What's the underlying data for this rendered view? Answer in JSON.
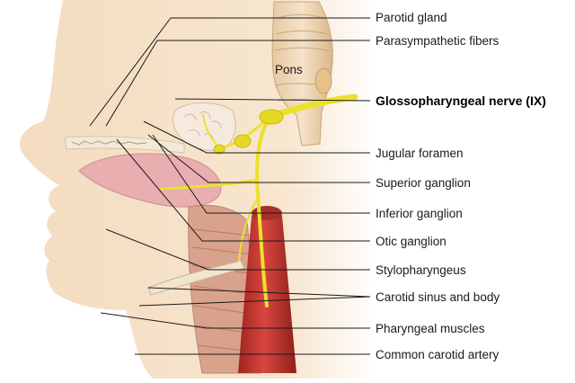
{
  "diagram": {
    "inner_labels": {
      "pons": "Pons"
    },
    "labels": [
      {
        "id": "parotid-gland",
        "text": "Parotid gland",
        "bold": false
      },
      {
        "id": "parasympathetic-fibers",
        "text": "Parasympathetic fibers",
        "bold": false
      },
      {
        "id": "glossopharyngeal-nerve",
        "text": "Glossopharyngeal nerve (IX)",
        "bold": true
      },
      {
        "id": "jugular-foramen",
        "text": "Jugular foramen",
        "bold": false
      },
      {
        "id": "superior-ganglion",
        "text": "Superior ganglion",
        "bold": false
      },
      {
        "id": "inferior-ganglion",
        "text": "Inferior ganglion",
        "bold": false
      },
      {
        "id": "otic-ganglion",
        "text": "Otic ganglion",
        "bold": false
      },
      {
        "id": "stylopharyngeus",
        "text": "Stylopharyngeus",
        "bold": false
      },
      {
        "id": "carotid-sinus-and-body",
        "text": "Carotid sinus and body",
        "bold": false
      },
      {
        "id": "pharyngeal-muscles",
        "text": "Pharyngeal muscles",
        "bold": false
      },
      {
        "id": "common-carotid-artery",
        "text": "Common carotid artery",
        "bold": false
      }
    ],
    "colors": {
      "skin": "#f6e2c4",
      "nerve": "#f0e030",
      "artery": "#c8302c",
      "brainstem": "#ecd3b0",
      "muscle": "#d9a58f",
      "tongue": "#eab0b0"
    }
  }
}
